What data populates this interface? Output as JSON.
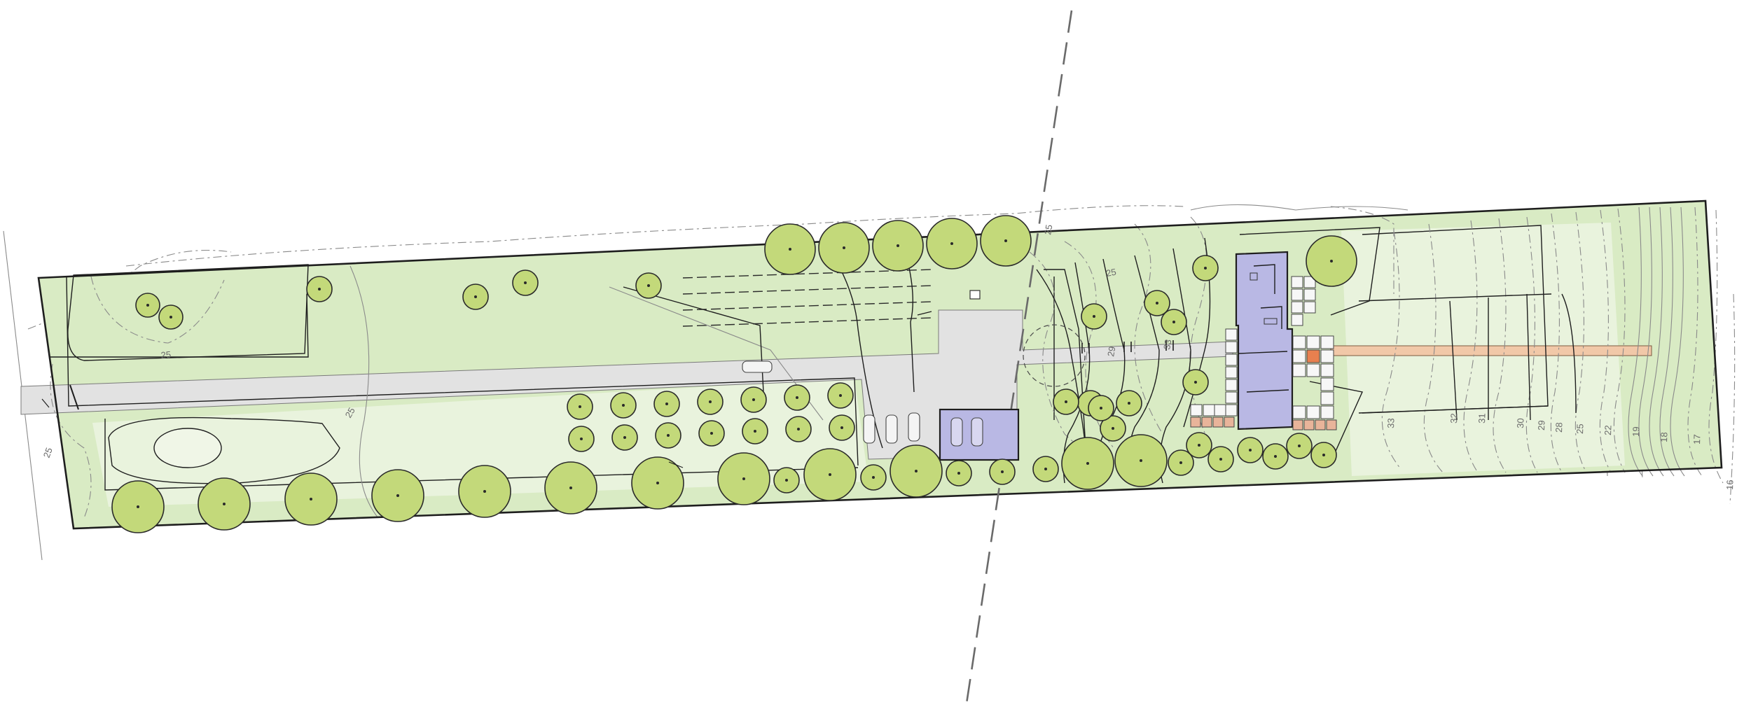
{
  "colors": {
    "lawn": "#d9ebc4",
    "lawn_light": "#e9f3dd",
    "driveway": "#e2e2e2",
    "building": "#b9b8e4",
    "boardwalk": "#f1c8a8",
    "tree": "#c3d97a",
    "outline": "#1e1e1e",
    "contour": "#8a8a8a"
  },
  "contour_labels": [
    "25",
    "25",
    "25",
    "25",
    "25",
    "29",
    "33",
    "33",
    "32",
    "31",
    "30",
    "29",
    "28",
    "25",
    "22",
    "19",
    "18",
    "17",
    "16"
  ],
  "icons": {
    "car": "car-icon",
    "tree": "tree-symbol-icon",
    "axis": "section-axis-line"
  }
}
